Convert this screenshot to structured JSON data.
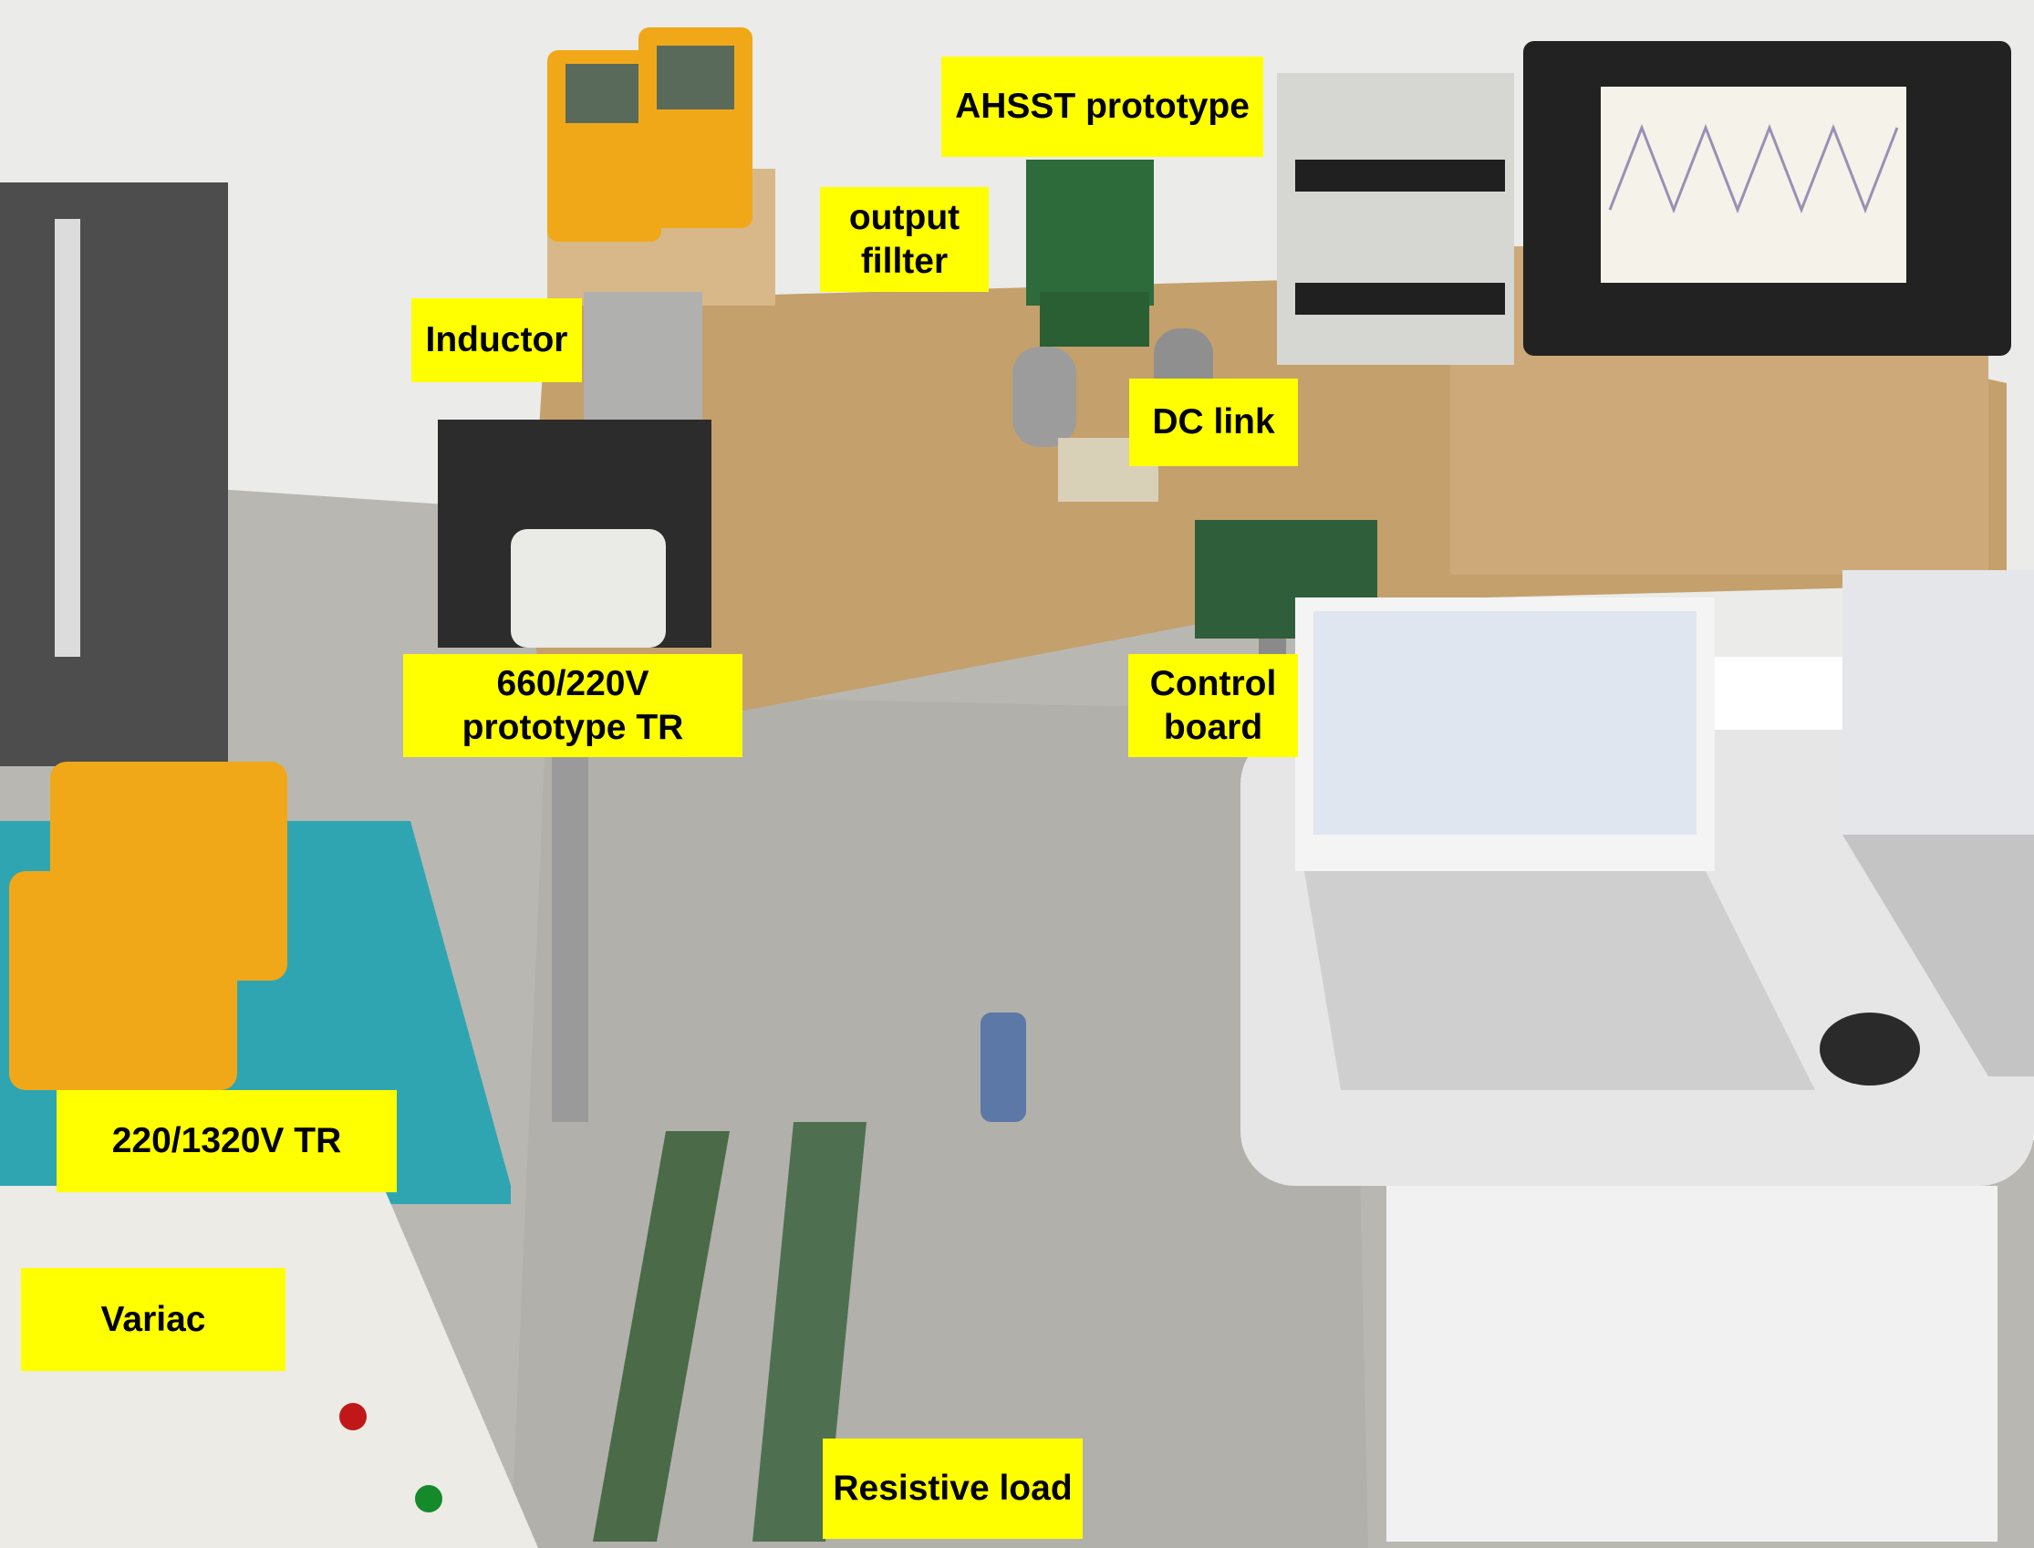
{
  "photo": {
    "colors": {
      "wall": "#ebebe9",
      "floor": "#b9b7b1",
      "table_top": "#c4a06c",
      "label_bg": "#ffff00",
      "label_text": "#000000"
    }
  },
  "labels": {
    "ahsst_prototype": "AHSST prototype",
    "output_filter_line1": "output",
    "output_filter_line2": "fillter",
    "inductor": "Inductor",
    "dc_link": "DC link",
    "prototype_tr_line1": "660/220V",
    "prototype_tr_line2": "prototype TR",
    "control_board_line1": "Control",
    "control_board_line2": "board",
    "step_up_tr": "220/1320V TR",
    "variac": "Variac",
    "resistive_load": "Resistive load"
  }
}
